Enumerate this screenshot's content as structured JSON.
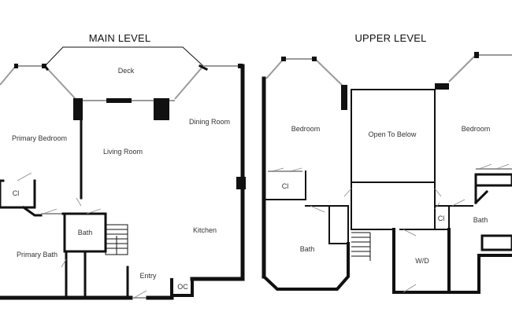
{
  "levels": {
    "main": {
      "title": "MAIN LEVEL",
      "rooms": {
        "deck": "Deck",
        "primary_bedroom": "Primary Bedroom",
        "dining_room": "Dining Room",
        "living_room": "Living Room",
        "closet": "Cl",
        "bath": "Bath",
        "kitchen": "Kitchen",
        "primary_bath": "Primary Bath",
        "entry": "Entry",
        "oc": "OC"
      }
    },
    "upper": {
      "title": "UPPER LEVEL",
      "rooms": {
        "bedroom_left": "Bedroom",
        "open_to_below": "Open To Below",
        "bedroom_right": "Bedroom",
        "closet_left": "Cl",
        "closet_center": "Cl",
        "bath_left": "Bath",
        "bath_right": "Bath",
        "wd": "W/D"
      }
    }
  }
}
